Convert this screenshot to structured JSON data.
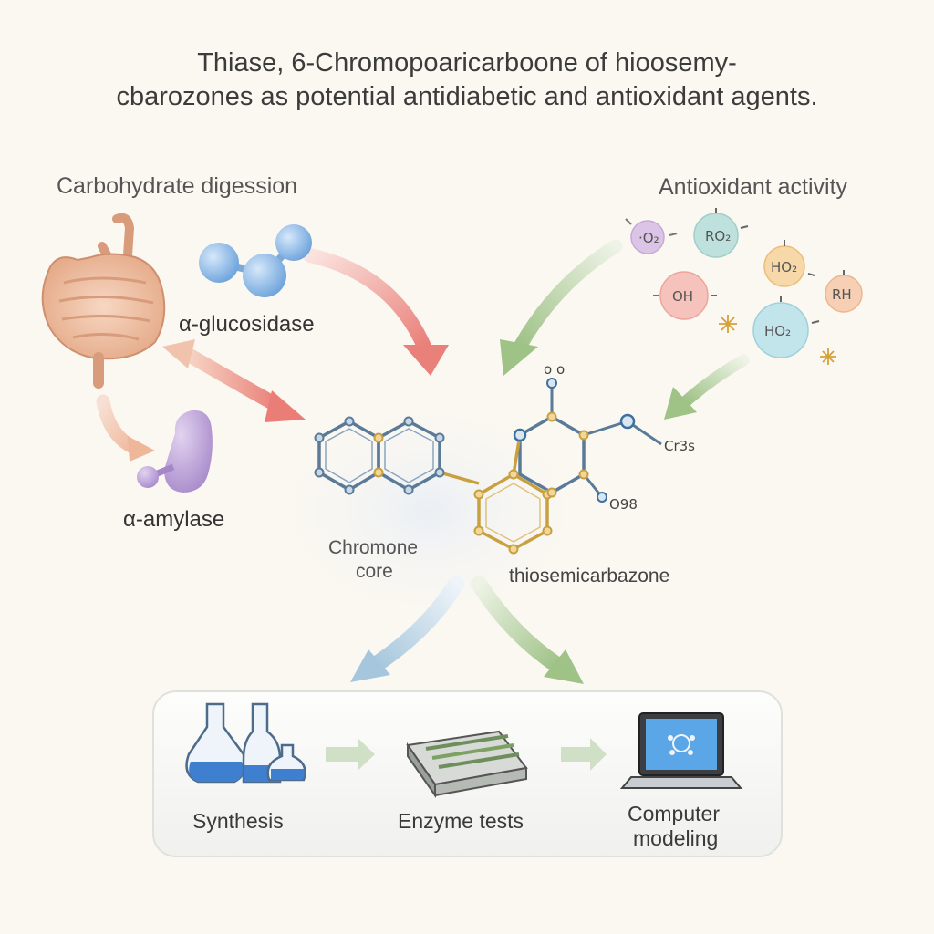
{
  "title": {
    "line1": "Thiase, 6-Chromopoaricarboone of hioosemy-",
    "line2": "cbarozones as potential antidiabetic and antioxidant agents."
  },
  "left_section": {
    "heading": "Carbohydrate digession",
    "enzyme1": "α-glucosidase",
    "enzyme2": "α-amylase"
  },
  "right_section": {
    "heading": "Antioxidant activity",
    "radicals": [
      "·O₂",
      "RO₂",
      "HO₂",
      "OH",
      "RH",
      "HO₂"
    ]
  },
  "molecule": {
    "core_label_line1": "Chromone",
    "core_label_line2": "core",
    "side_label": "thiosemicarbazone",
    "atom_labels": [
      "o",
      "o",
      "Cr3s",
      "O98"
    ]
  },
  "workflow": {
    "steps": [
      "Synthesis",
      "Enzyme tests",
      "Computer modeling"
    ],
    "step3_line1": "Computer",
    "step3_line2": "modeling"
  },
  "colors": {
    "background": "#fbf8f1",
    "arrow_red": "#e98a84",
    "arrow_green": "#a9c98f",
    "arrow_blue": "#a9c8dc",
    "bond_blue": "#5a7a98",
    "bond_gold": "#c8a040",
    "enzyme_blue": "#7fb1e3",
    "enzyme_purple": "#b69ad3",
    "organ": "#eab99a"
  }
}
